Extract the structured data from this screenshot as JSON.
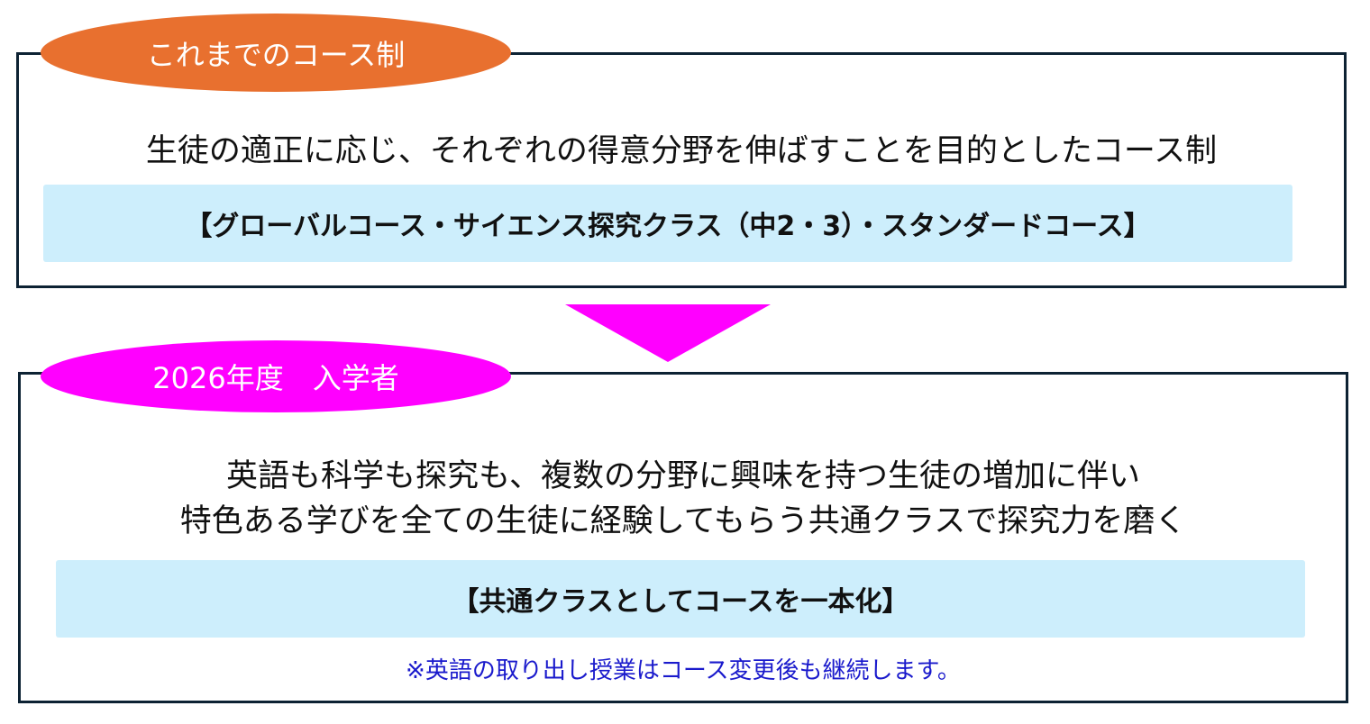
{
  "before": {
    "label": "これまでのコース制",
    "description": "生徒の適正に応じ、それぞれの得意分野を伸ばすことを目的としたコース制",
    "courses": "【グローバルコース・サイエンス探究クラス（中2・3）・スタンダードコース】"
  },
  "after": {
    "label": "2026年度　入学者",
    "description_lines": [
      "英語も科学も探究も、複数の分野に興味を持つ生徒の増加に伴い",
      "特色ある学びを全ての生徒に経験してもらう共通クラスで探究力を磨く"
    ],
    "courses": "【共通クラスとしてコースを一本化】",
    "note": "※英語の取り出し授業はコース変更後も継続します。"
  },
  "colors": {
    "orange": "#e8702f",
    "magenta": "#ff00ff",
    "band": "#cdeefc",
    "note": "#1a1acc",
    "border": "#0d2233"
  }
}
